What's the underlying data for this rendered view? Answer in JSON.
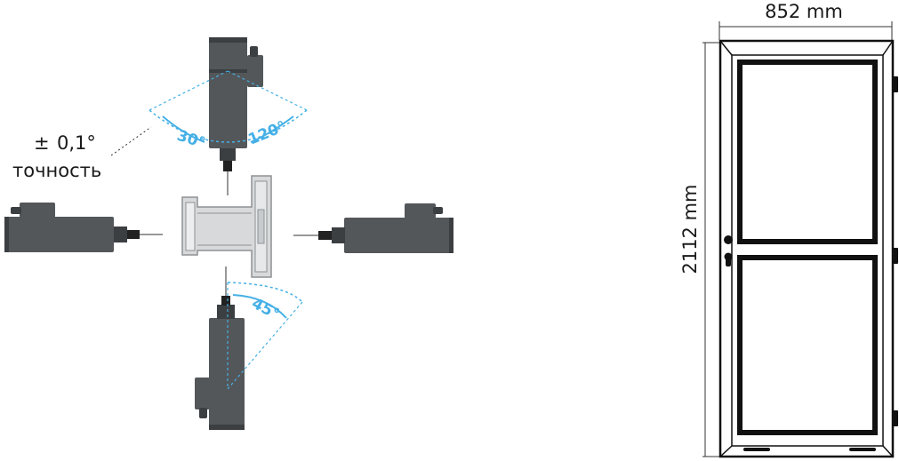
{
  "colors": {
    "motor": "#54575a",
    "motor_dark": "#3c3f42",
    "profile": "#d7d9db",
    "profile_edge": "#8e9296",
    "accent": "#45b0e6",
    "frame": "#111111",
    "line": "#333333"
  },
  "accuracy": {
    "plus_minus": "±",
    "value": "0,1°",
    "label": "точность"
  },
  "angles": {
    "top_left": "30°",
    "top_right": "120°",
    "bottom": "45°"
  },
  "door": {
    "width_label": "852 mm",
    "height_label": "2112 mm"
  },
  "icons": [
    "motor-icon",
    "aluminium-profile-icon",
    "door-icon",
    "handle-icon",
    "hinge-icon"
  ]
}
